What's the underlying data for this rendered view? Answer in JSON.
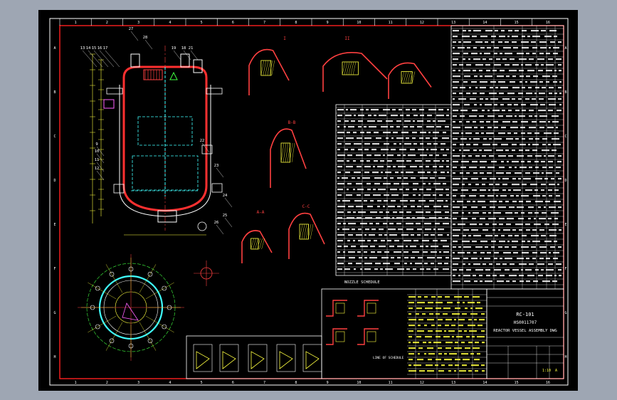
{
  "drawing": {
    "title_block": {
      "project_code": "RC-101",
      "doc_no": "HS0011707",
      "title": "REACTOR VESSEL ASSEMBLY DWG",
      "rev": "A",
      "scale": "1:10"
    },
    "nozzle_table_caption": "NOZZLE SCHEDULE",
    "sheet_label": "LINE OF SCHEDULE",
    "border_col_labels": [
      "1",
      "2",
      "3",
      "4",
      "5",
      "6",
      "7",
      "8",
      "9",
      "10",
      "11",
      "12",
      "13",
      "14",
      "15",
      "16"
    ],
    "border_row_labels": [
      "A",
      "B",
      "C",
      "D",
      "E",
      "F",
      "G",
      "H"
    ],
    "part_balloons": [
      "13",
      "14",
      "15",
      "16",
      "17",
      "27",
      "28",
      "19",
      "18",
      "21",
      "22",
      "23",
      "24",
      "25",
      "26",
      "9",
      "10",
      "11",
      "12"
    ],
    "section_labels": [
      "I",
      "II",
      "A-A",
      "B-B",
      "C-C"
    ],
    "colors": {
      "background": "#000000",
      "frame": "#ff2020",
      "border": "#ffffff",
      "geometry": "#ffff40",
      "vessel": "#ff3030",
      "centerline": "#ff4040",
      "hidden": "#40ffff",
      "dimension": "#40ff40",
      "table": "#ffffff"
    }
  }
}
